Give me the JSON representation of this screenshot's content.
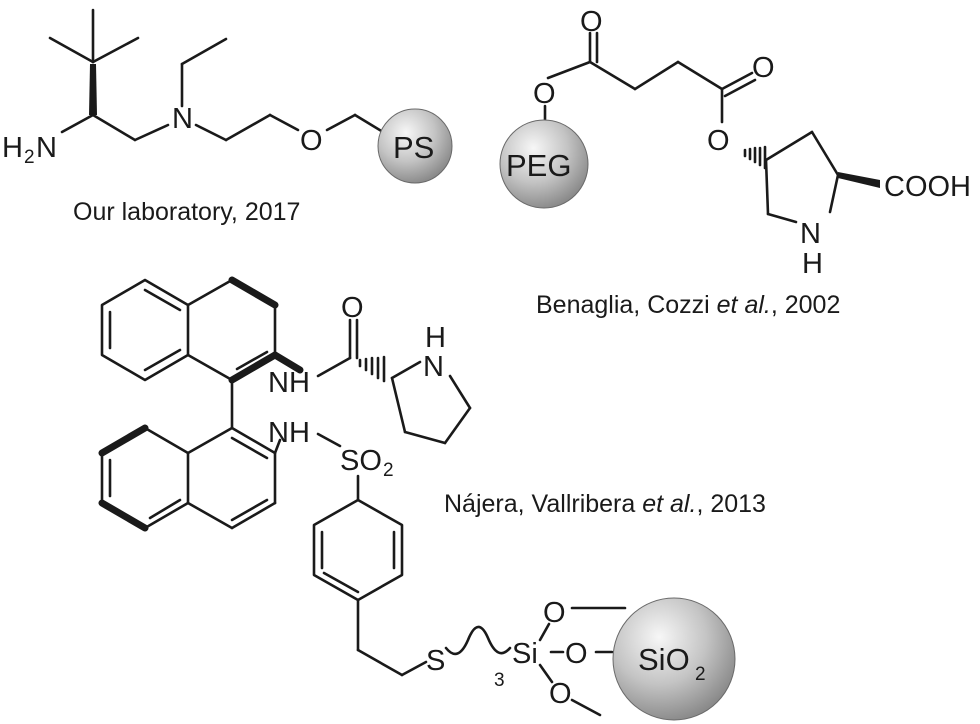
{
  "captions": {
    "ps": "Our laboratory, 2017",
    "peg_prefix": "Benaglia, Cozzi ",
    "peg_italic": "et al.",
    "peg_suffix": ", 2002",
    "sio2_prefix": "Nájera, Vallribera ",
    "sio2_italic": "et al.",
    "sio2_suffix": ", 2013"
  },
  "beads": {
    "ps": "PS",
    "peg": "PEG",
    "sio2": "SiO",
    "sio2_sub": "2"
  },
  "atoms": {
    "h2n_H": "H",
    "h2n_2": "2",
    "h2n_N": "N",
    "n": "N",
    "o": "O",
    "o_ester1": "O",
    "o_carbonyl1": "O",
    "o_carbonyl2": "O",
    "o_ester2": "O",
    "cooh": "COOH",
    "nh_ring_N": "N",
    "nh_ring_H": "H",
    "nh_amide": "NH",
    "o_amide": "O",
    "h_pyrr": "H",
    "n_pyrr": "N",
    "nh_sulf": "NH",
    "so2": "SO",
    "so2_sub": "2",
    "s_thio": "S",
    "chain_sub": "3",
    "si": "Si",
    "o_si_top": "O",
    "o_si_mid": "O",
    "o_si_bot": "O"
  },
  "colors": {
    "bond": "#1a1a1a",
    "bead_light": "#f2f2f2",
    "bead_dark": "#8c8c8c",
    "bead_stroke": "#555555"
  }
}
